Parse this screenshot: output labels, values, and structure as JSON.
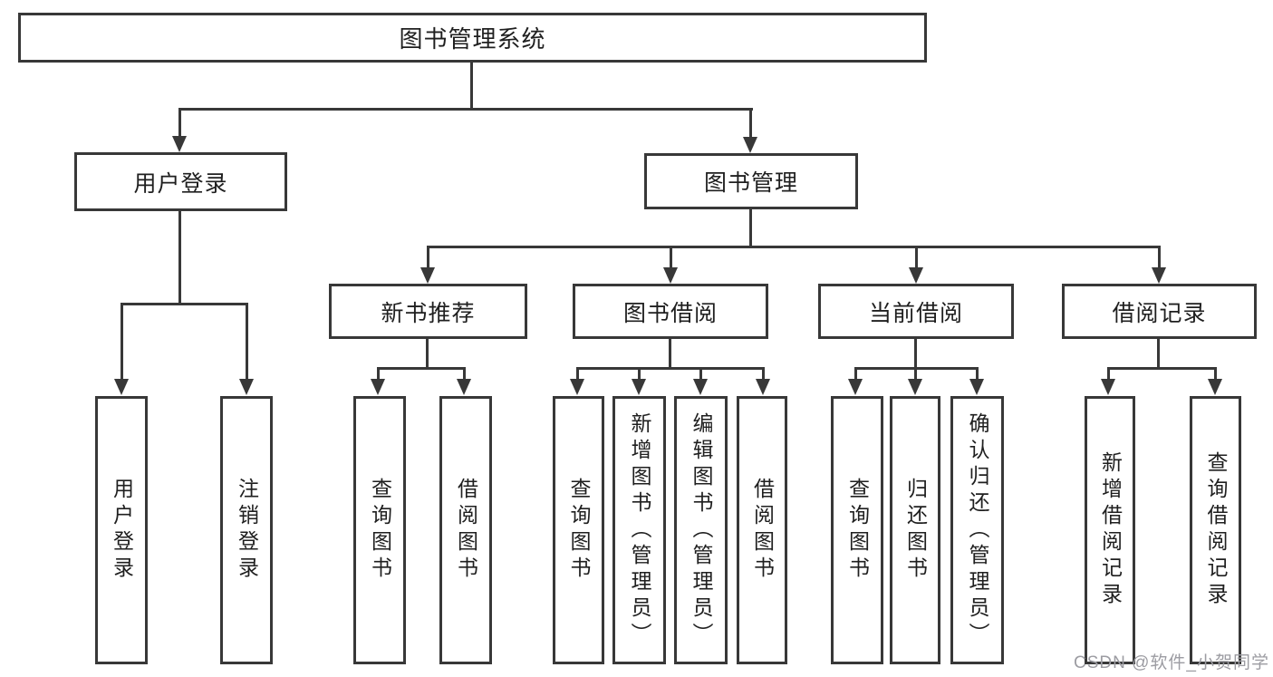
{
  "diagram": {
    "root": {
      "label": "图书管理系统"
    },
    "login": {
      "label": "用户登录"
    },
    "management": {
      "label": "图书管理"
    },
    "login_children": [
      {
        "label": "用户登录"
      },
      {
        "label": "注销登录"
      }
    ],
    "sections": [
      {
        "label": "新书推荐"
      },
      {
        "label": "图书借阅"
      },
      {
        "label": "当前借阅"
      },
      {
        "label": "借阅记录"
      }
    ],
    "new_book_children": [
      {
        "label": "查询图书"
      },
      {
        "label": "借阅图书"
      }
    ],
    "borrow_children": [
      {
        "label": "查询图书"
      },
      {
        "label": "新增图书（管理员）"
      },
      {
        "label": "编辑图书（管理员）"
      },
      {
        "label": "借阅图书"
      }
    ],
    "current_children": [
      {
        "label": "查询图书"
      },
      {
        "label": "归还图书"
      },
      {
        "label": "确认归还（管理员）"
      }
    ],
    "record_children": [
      {
        "label": "新增借阅记录"
      },
      {
        "label": "查询借阅记录"
      }
    ],
    "watermark": {
      "label": "CSDN @软件_小贺同学"
    },
    "colors": {
      "line": "#383838",
      "text": "#1f1f1f",
      "watermark": "#9c9ca2",
      "background": "#ffffff"
    }
  }
}
